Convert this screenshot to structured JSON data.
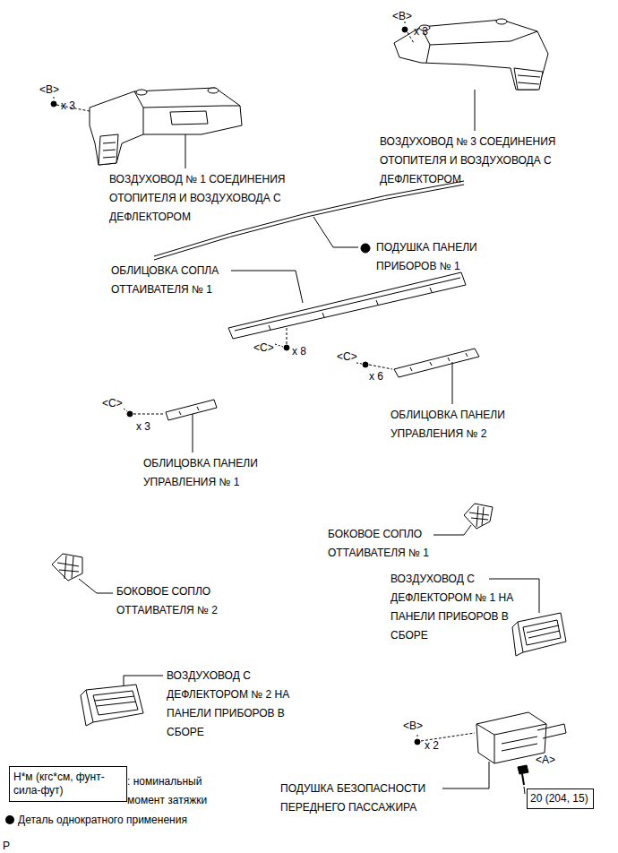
{
  "diagram": {
    "nodes": [
      {
        "text": [
          "Н*м (кгс*см, фунт-сила-фут)"
        ]
      },
      {
        "text": [
          "20 (204, 15)"
        ]
      }
    ],
    "labels": [
      "<B>",
      "x 3",
      "<B>",
      "x 3",
      "ВОЗДУХОВОД № 3 СОЕДИНЕНИЯ ОТОПИТЕЛЯ И ВОЗДУХОВОДА С ДЕФЛЕКТОРОМ",
      "ВОЗДУХОВОД № 1 СОЕДИНЕНИЯ ОТОПИТЕЛЯ И ВОЗДУХОВОДА С ДЕФЛЕКТОРОМ",
      "ПОДУШКА ПАНЕЛИ ПРИБОРОВ № 1",
      "ОБЛИЦОВКА СОПЛА ОТТАИВАТЕЛЯ № 1",
      "<C>",
      "x 8",
      "<C>",
      "x 6",
      "<C>",
      "x 3",
      "ОБЛИЦОВКА ПАНЕЛИ УПРАВЛЕНИЯ № 2",
      "ОБЛИЦОВКА ПАНЕЛИ УПРАВЛЕНИЯ № 1",
      "БОКОВОЕ СОПЛО ОТТАИВАТЕЛЯ № 1",
      "БОКОВОЕ СОПЛО ОТТАИВАТЕЛЯ № 2",
      "ВОЗДУХОВОД С ДЕФЛЕКТОРОМ № 1 НА ПАНЕЛИ ПРИБОРОВ В СБОРЕ",
      "ВОЗДУХОВОД С ДЕФЛЕКТОРОМ № 2 НА ПАНЕЛИ ПРИБОРОВ В СБОРЕ",
      "<B>",
      "x 2",
      "<A>",
      "ПОДУШКА БЕЗОПАСНОСТИ ПЕРЕДНЕГО ПАССАЖИРА",
      ": номинальный момент затяжки",
      "P"
    ],
    "legend": [
      {
        "text": "Деталь однократного применения"
      }
    ]
  }
}
